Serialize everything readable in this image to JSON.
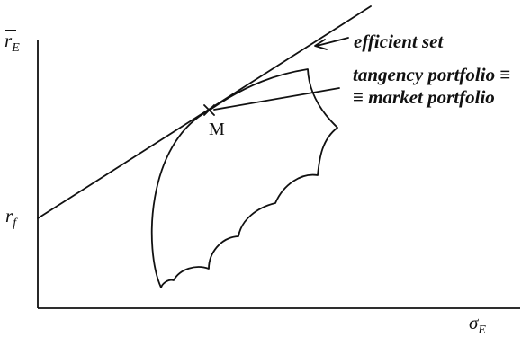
{
  "y_axis_label": {
    "main": "r",
    "sub": "E",
    "overbar": true
  },
  "x_axis_label": {
    "main": "σ",
    "sub": "E"
  },
  "risk_free_label": {
    "main": "r",
    "sub": "f"
  },
  "point_label": "M",
  "annotations": {
    "efficient_set": "efficient set",
    "tangency_line1": "tangency portfolio ≡",
    "tangency_line2": "≡ market portfolio"
  },
  "colors": {
    "ink": "#111111",
    "background": "#ffffff"
  }
}
